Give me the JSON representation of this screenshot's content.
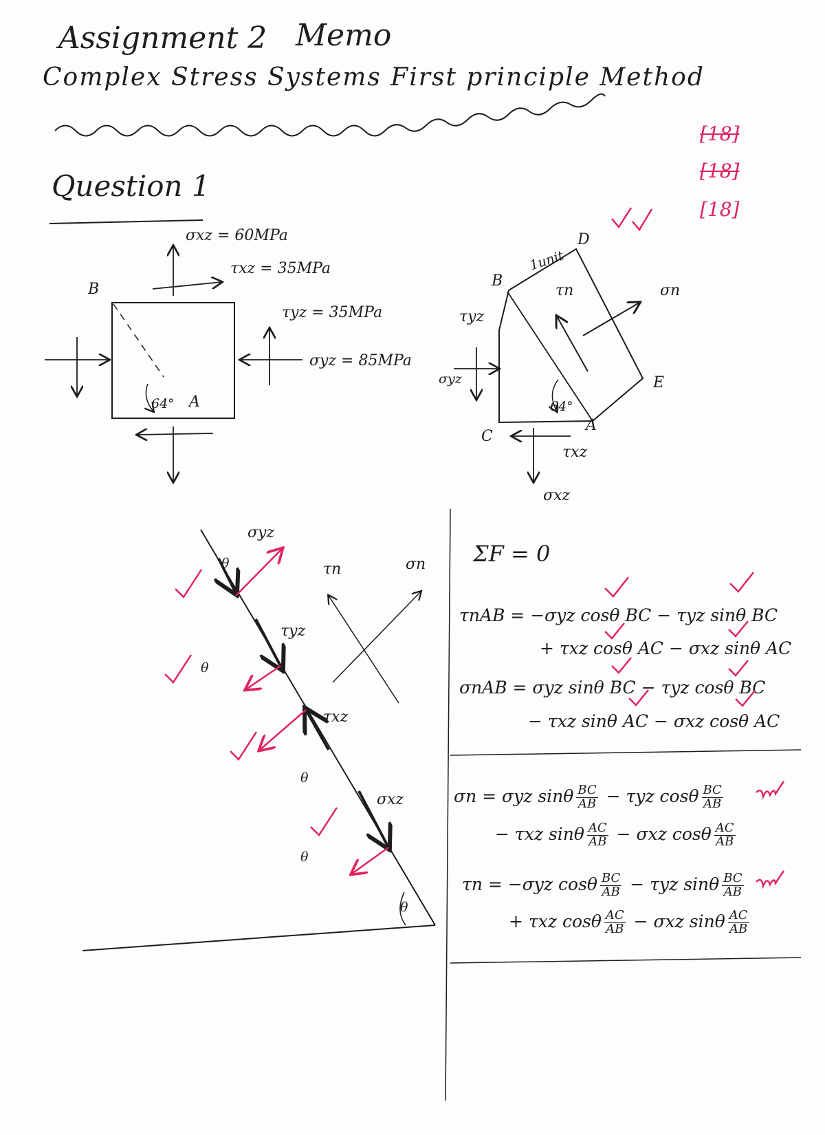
{
  "header": {
    "title_left": "Assignment 2",
    "title_right": "Memo",
    "subtitle": "Complex Stress Systems First principle Method"
  },
  "marks": {
    "struck_1": "[18]",
    "struck_2": "[18]",
    "final": "[18]"
  },
  "question": {
    "heading": "Question 1"
  },
  "element": {
    "sigma_xz": "σxz = 60MPa",
    "tau_xz": "τxz = 35MPa",
    "tau_yz": "τyz = 35MPa",
    "sigma_yz": "σyz = 85MPa",
    "corner_b": "B",
    "corner_a": "A",
    "angle": "64°"
  },
  "wedge": {
    "unit": "1unit",
    "d": "D",
    "b": "B",
    "c": "C",
    "a": "A",
    "e": "E",
    "tau_n": "τn",
    "sigma_n": "σn",
    "tau_yz": "τyz",
    "sigma_yz": "σyz",
    "tau_xz": "τxz",
    "sigma_xz": "σxz",
    "angle": "64°"
  },
  "resolution": {
    "sigma_yz": "σyz",
    "tau_yz": "τyz",
    "tau_xz": "τxz",
    "sigma_xz": "σxz",
    "tau_n": "τn",
    "sigma_n": "σn",
    "theta": "θ"
  },
  "equations": {
    "sum": "ΣF = 0",
    "tau_ab_1": "τnAB = −σyz cosθ BC − τyz sinθ BC",
    "tau_ab_2": "+ τxz cosθ AC − σxz sinθ AC",
    "sig_ab_1": "σnAB = σyz sinθ BC − τyz cosθ BC",
    "sig_ab_2": "− τxz sinθ AC − σxz cosθ AC",
    "sn_lead": "σn = σyz sinθ",
    "sn_mid": "− τyz cosθ",
    "sn_lead2": "− τxz sinθ",
    "sn_mid2": "− σxz cosθ",
    "tn_lead": "τn = −σyz cosθ",
    "tn_mid": "− τyz sinθ",
    "tn_lead2": "+ τxz cosθ",
    "tn_mid2": "− σxz sinθ",
    "bc": "BC",
    "ac": "AC",
    "ab": "AB"
  },
  "colors": {
    "ink": "#1d1d1d",
    "marker": "#e0245e"
  }
}
